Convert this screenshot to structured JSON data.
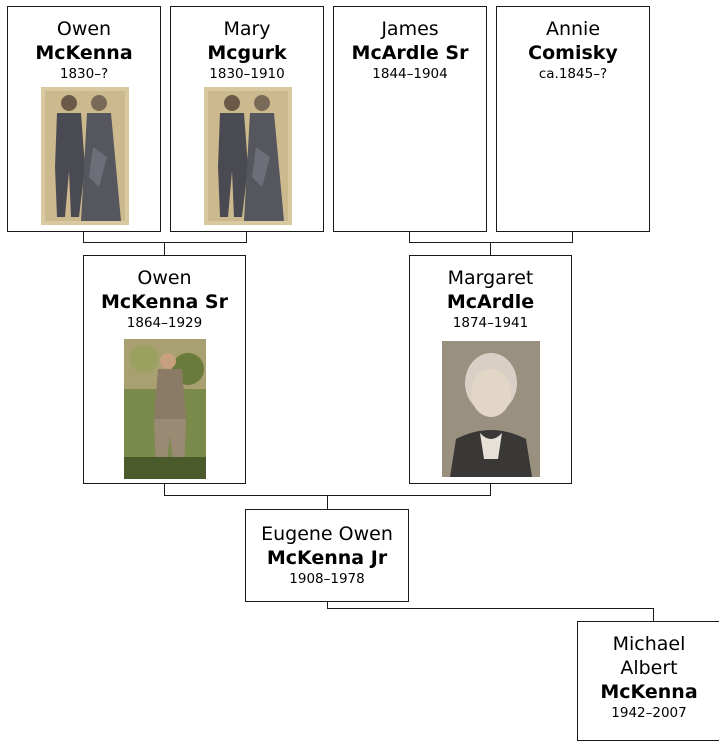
{
  "people": {
    "owen_mckenna": {
      "given": "Owen",
      "surname": "McKenna",
      "dates": "1830–?"
    },
    "mary_mcgurk": {
      "given": "Mary",
      "surname": "Mcgurk",
      "dates": "1830–1910"
    },
    "james_mcardle": {
      "given": "James",
      "surname": "McArdle Sr",
      "dates": "1844–1904"
    },
    "annie_comisky": {
      "given": "Annie",
      "surname": "Comisky",
      "dates": "ca.1845–?"
    },
    "owen_mckenna_sr": {
      "given": "Owen",
      "surname": "McKenna Sr",
      "dates": "1864–1929"
    },
    "margaret_mcardle": {
      "given": "Margaret",
      "surname": "McArdle",
      "dates": "1874–1941"
    },
    "eugene_mckenna_jr": {
      "given": "Eugene Owen",
      "surname": "McKenna Jr",
      "dates": "1908–1978"
    },
    "michael_mckenna": {
      "given_line1": "Michael",
      "given_line2": "Albert",
      "surname": "McKenna",
      "dates": "1942–2007"
    }
  },
  "colors": {
    "border": "#1a1a1a",
    "photo_sepia": "#c9b48a",
    "photo_garden": "#7a8a4a",
    "photo_portrait": "#8a8070"
  }
}
